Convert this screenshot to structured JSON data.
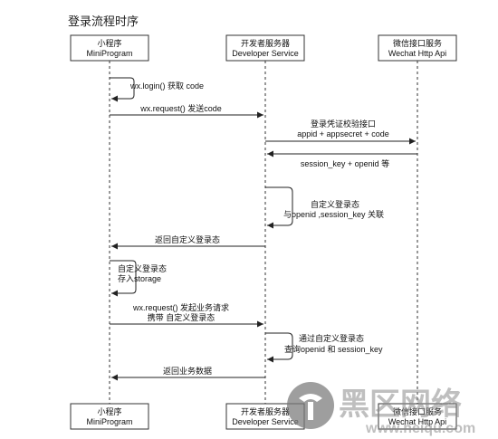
{
  "title": "登录流程时序",
  "participants": {
    "mini": {
      "name": "小程序",
      "sub": "MiniProgram"
    },
    "dev": {
      "name": "开发者服务器",
      "sub": "Developer Service"
    },
    "wx": {
      "name": "微信接口服务",
      "sub": "Wechat Http Api"
    }
  },
  "messages": {
    "m1": "wx.login() 获取 code",
    "m2": "wx.request() 发送code",
    "m3a": "登录凭证校验接口",
    "m3b": "appid + appsecret + code",
    "m4": "session_key + openid 等",
    "m5a": "自定义登录态",
    "m5b": "与openid ,session_key 关联",
    "m6": "返回自定义登录态",
    "m7a": "自定义登录态",
    "m7b": "存入storage",
    "m8a": "wx.request() 发起业务请求",
    "m8b": "携带 自定义登录态",
    "m9a": "通过自定义登录态",
    "m9b": "查询openid 和 session_key",
    "m10": "返回业务数据"
  },
  "watermark": {
    "brand": "黑区网络",
    "url": "www.heiqu.com"
  },
  "colors": {
    "line": "#222222",
    "box_border": "#333333",
    "watermark": "#7a7a7a"
  }
}
